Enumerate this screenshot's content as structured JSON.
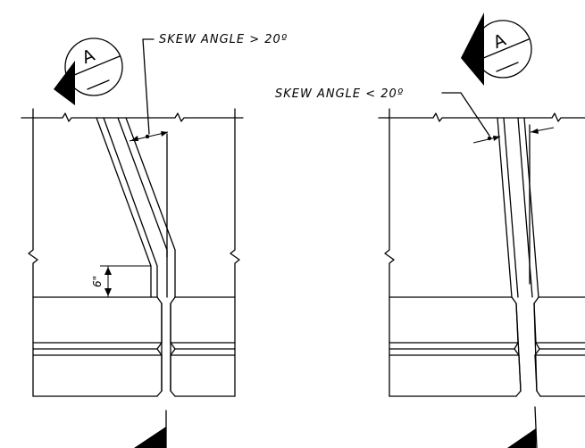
{
  "left_detail": {
    "section_tag": "A",
    "angle_label": "SKEW ANGLE > 20º",
    "dimension_label": "6\""
  },
  "right_detail": {
    "section_tag": "A",
    "angle_label": "SKEW ANGLE < 20º"
  }
}
